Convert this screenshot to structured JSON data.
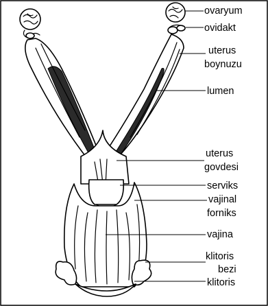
{
  "labels": {
    "ovaryum": "ovaryum",
    "ovidakt": "ovidakt",
    "uterus_boynuzu": [
      "uterus",
      "boynuzu"
    ],
    "lumen": "lumen",
    "uterus_govdesi": [
      "uterus",
      "govdesi"
    ],
    "serviks": "serviks",
    "vajinal_forniks": [
      "vajinal",
      "forniks"
    ],
    "vajina": "vajina",
    "klitoris_bezi": [
      "klitoris",
      "bezi"
    ],
    "klitoris": "klitoris"
  }
}
